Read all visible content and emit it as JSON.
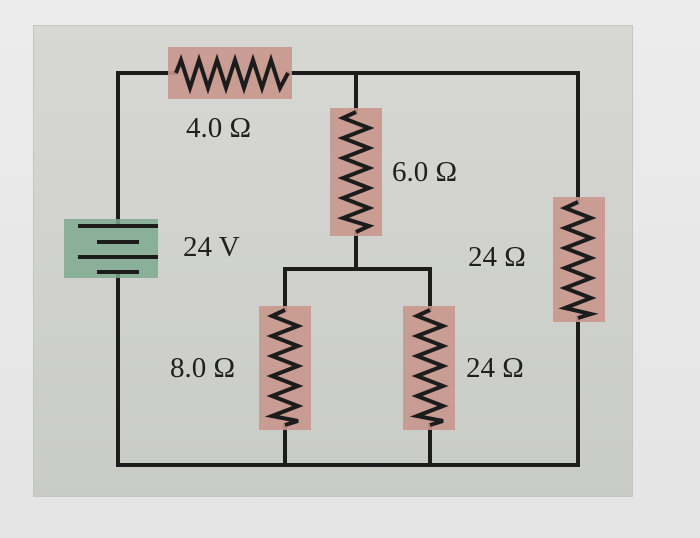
{
  "circuit": {
    "battery": {
      "voltage_label": "24 V",
      "fill_color": "#7faa8f"
    },
    "resistors": [
      {
        "id": "r1",
        "label": "4.0 Ω"
      },
      {
        "id": "r2",
        "label": "6.0 Ω"
      },
      {
        "id": "r3",
        "label": "24 Ω"
      },
      {
        "id": "r4",
        "label": "8.0 Ω"
      },
      {
        "id": "r5",
        "label": "24 Ω"
      }
    ],
    "colors": {
      "wire": "#1c1c1c",
      "resistor_highlight": "#c9978d",
      "background": "#d4d5d0"
    }
  }
}
